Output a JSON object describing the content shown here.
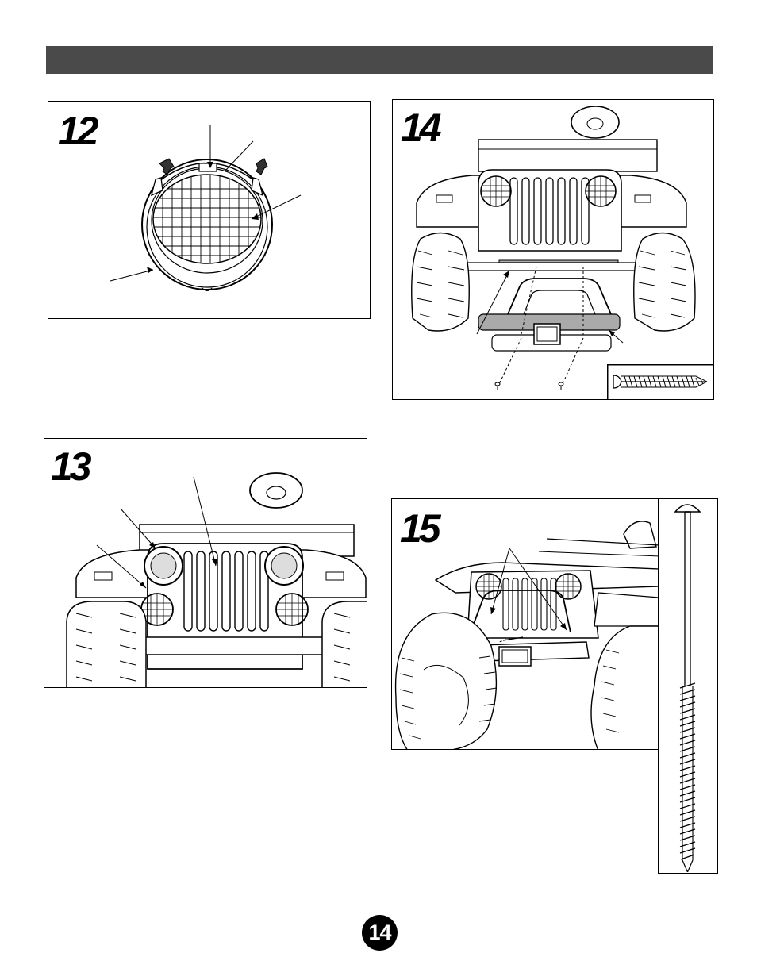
{
  "steps": [
    {
      "number": "12"
    },
    {
      "number": "13"
    },
    {
      "number": "14"
    },
    {
      "number": "15"
    }
  ],
  "page": {
    "number": "14"
  }
}
